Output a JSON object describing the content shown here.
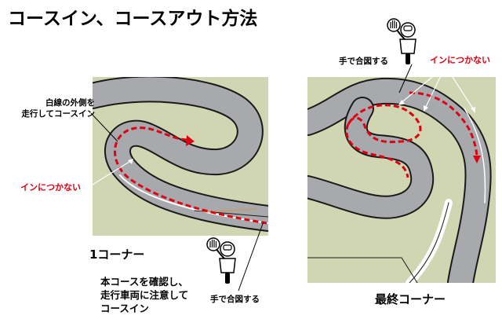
{
  "title": "コースイン、コースアウト方法",
  "left": {
    "label_outside_line": [
      "白線の外側を",
      "走行してコースイン"
    ],
    "label_not_inside": "インにつかない",
    "corner_name": "1コーナー",
    "hand_signal": "手で合図する",
    "instructions": [
      "本コースを確認し、",
      "走行車両に注意して",
      "コースイン"
    ]
  },
  "right": {
    "hand_signal": "手で合図する",
    "label_not_inside": "インにつかない",
    "corner_name": "最終コーナー"
  },
  "colors": {
    "grass": "#cfd6b1",
    "track": "#a7a9ac",
    "track_edge": "#1a1a1a",
    "red_line": "#e00012",
    "white_line": "#ffffff"
  }
}
